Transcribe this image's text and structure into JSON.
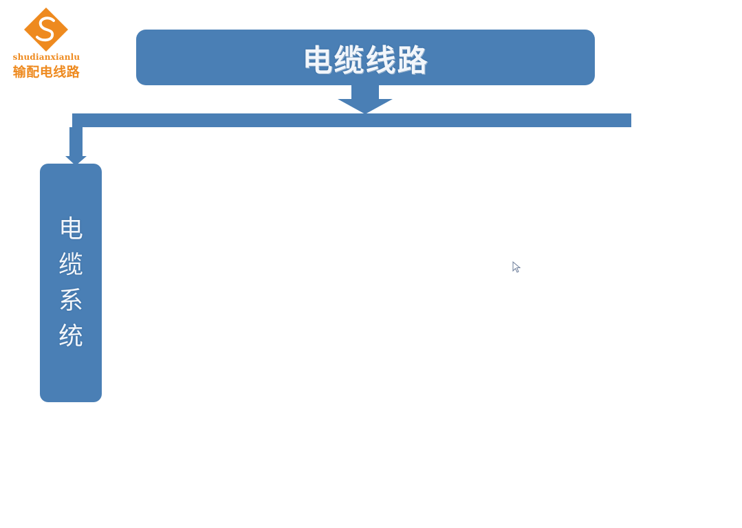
{
  "logo": {
    "english": "shudianxianlu",
    "chinese": "输配电线路",
    "color": "#ee8a1f",
    "icon": "orange-diamond-s-logo-icon"
  },
  "diagram": {
    "root": "电缆线路",
    "children": [
      {
        "label": "电缆系统"
      }
    ],
    "box_color": "#4a7fb5"
  },
  "cursor": {
    "icon": "mouse-pointer-icon"
  }
}
